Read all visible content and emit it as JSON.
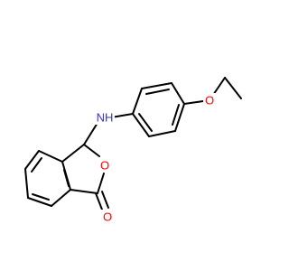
{
  "molecule": {
    "atoms": {
      "nitrogen_amine": {
        "symbol": "N",
        "suffix": "H",
        "label": "NH"
      },
      "oxygen_ether": {
        "symbol": "O",
        "label": "O"
      },
      "oxygen_ring": {
        "symbol": "O",
        "label": "O"
      },
      "oxygen_carbonyl": {
        "symbol": "O",
        "label": "O"
      }
    },
    "colors": {
      "bond": "#000000",
      "nitrogen": "#3333cc",
      "oxygen": "#ff0000",
      "background": "#ffffff"
    }
  }
}
